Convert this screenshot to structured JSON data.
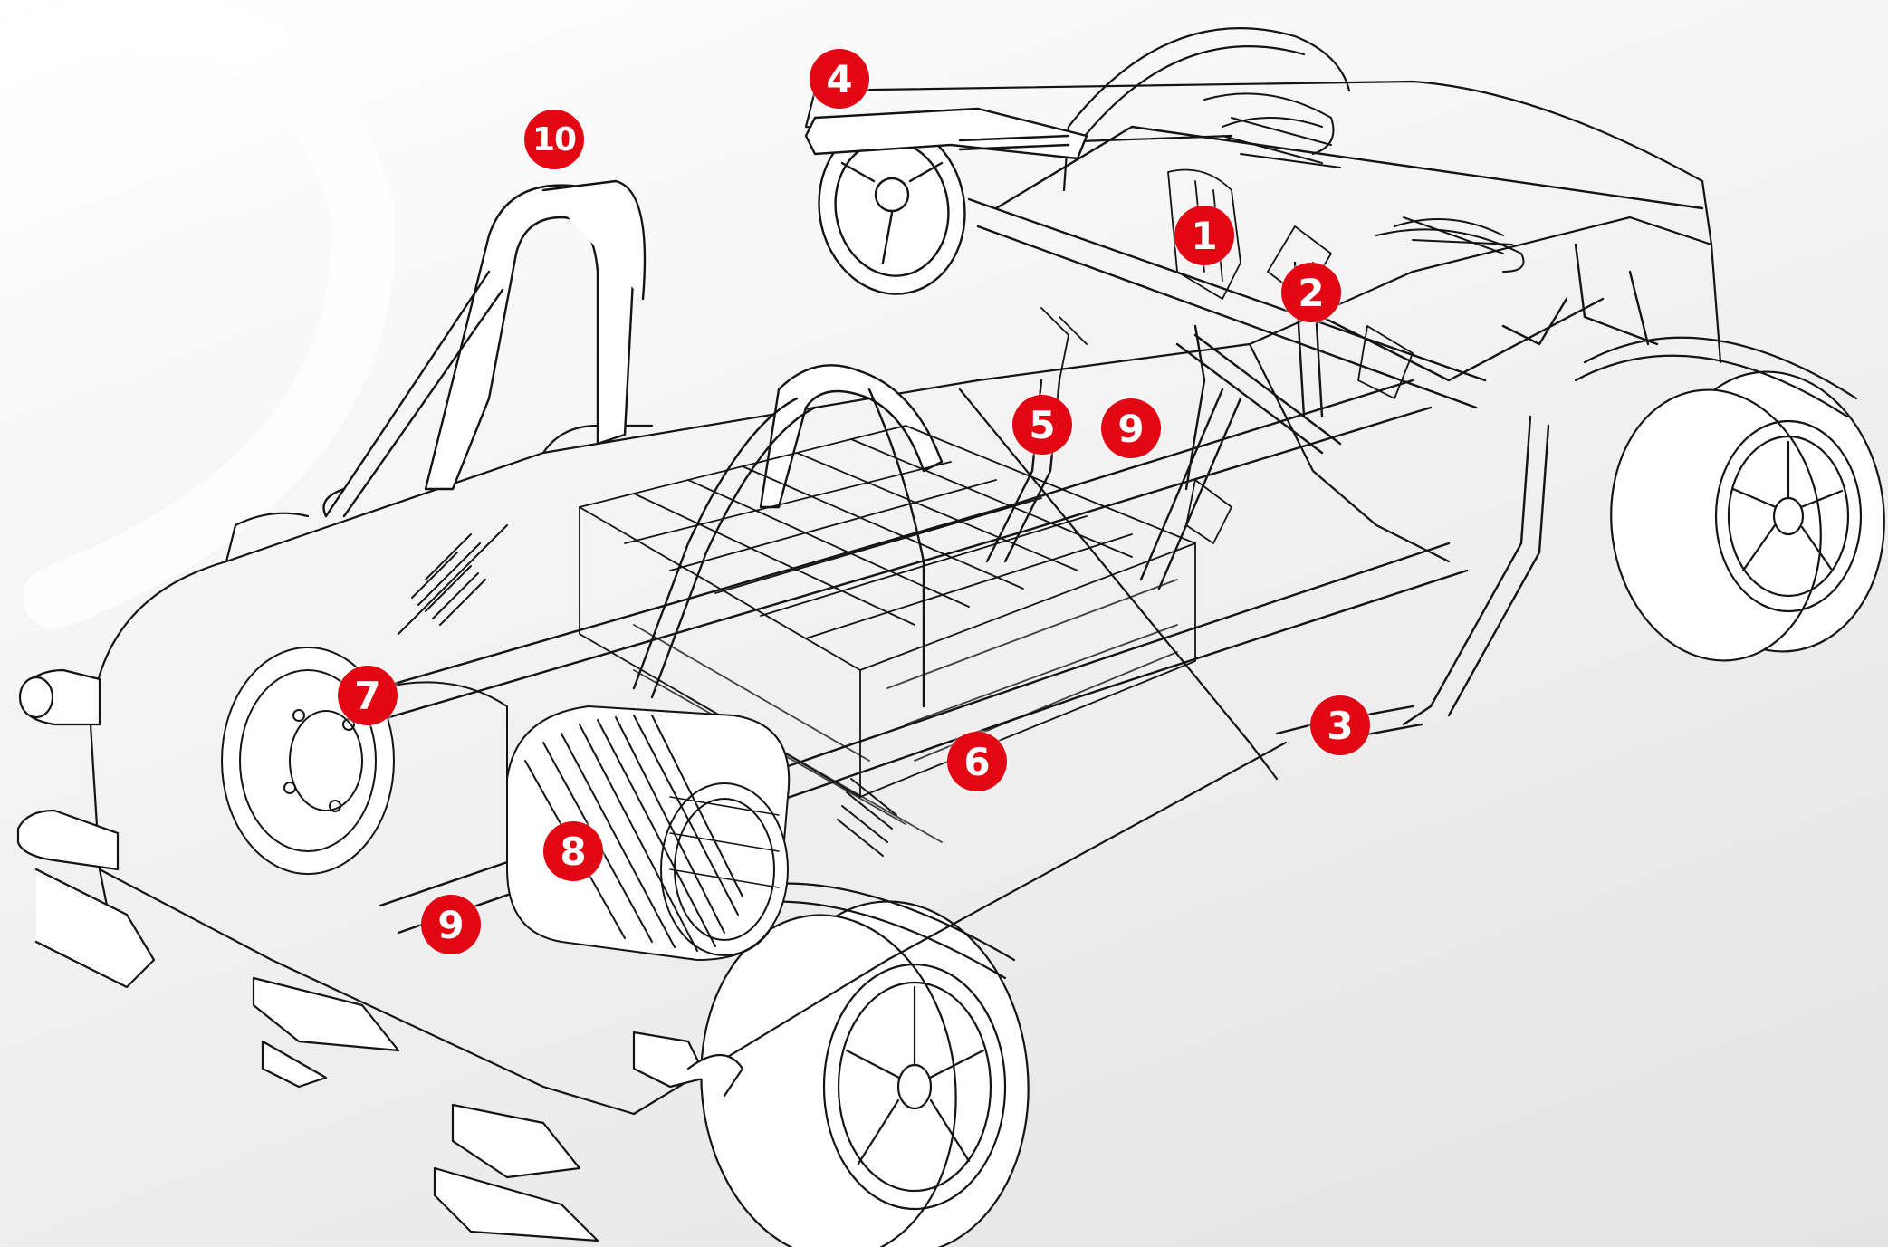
{
  "colors": {
    "accent": "#e30613",
    "line": "#141414",
    "background": "#f0f0f0"
  },
  "callouts": [
    {
      "number": "1",
      "target": "front-suspension"
    },
    {
      "number": "2",
      "target": "front-mount"
    },
    {
      "number": "3",
      "target": "side-frame"
    },
    {
      "number": "4",
      "target": "steering-wheel"
    },
    {
      "number": "5",
      "target": "pedal-box"
    },
    {
      "number": "9",
      "target": "pedal-bracket"
    },
    {
      "number": "10",
      "target": "roll-hoop"
    },
    {
      "number": "7",
      "target": "rear-brake"
    },
    {
      "number": "6",
      "target": "battery-pack"
    },
    {
      "number": "8",
      "target": "electric-motor"
    },
    {
      "number": "9",
      "target": "rear-bracket"
    }
  ]
}
